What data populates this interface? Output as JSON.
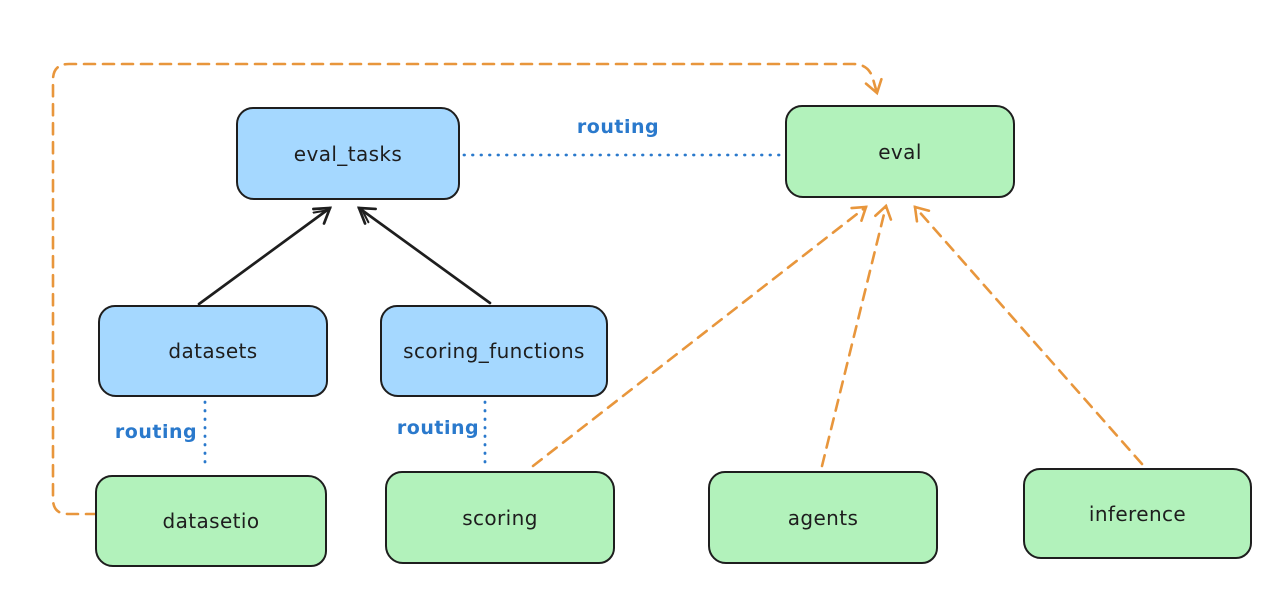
{
  "diagram": {
    "type": "flowchart",
    "background": "#ffffff",
    "colors": {
      "registry_node_fill": "#a5d8ff",
      "provider_node_fill": "#b2f2bb",
      "node_border": "#1e1e1e",
      "solid_arrow": "#1e1e1e",
      "dashed_arrow": "#e8963c",
      "routing_line_and_text": "#2a79cc"
    },
    "nodes": [
      {
        "id": "eval_tasks",
        "label": "eval_tasks",
        "fill": "blue"
      },
      {
        "id": "eval",
        "label": "eval",
        "fill": "green"
      },
      {
        "id": "datasets",
        "label": "datasets",
        "fill": "blue"
      },
      {
        "id": "scoring_functions",
        "label": "scoring_functions",
        "fill": "blue"
      },
      {
        "id": "datasetio",
        "label": "datasetio",
        "fill": "green"
      },
      {
        "id": "scoring",
        "label": "scoring",
        "fill": "green"
      },
      {
        "id": "agents",
        "label": "agents",
        "fill": "green"
      },
      {
        "id": "inference",
        "label": "inference",
        "fill": "green"
      }
    ],
    "routing_labels": [
      {
        "text": "routing",
        "between": "eval_tasks and eval"
      },
      {
        "text": "routing",
        "between": "datasets and datasetio"
      },
      {
        "text": "routing",
        "between": "scoring_functions and scoring"
      }
    ],
    "edges": [
      {
        "from": "datasets",
        "to": "eval_tasks",
        "style": "solid-black-arrow"
      },
      {
        "from": "scoring_functions",
        "to": "eval_tasks",
        "style": "solid-black-arrow"
      },
      {
        "from": "eval_tasks",
        "to": "eval",
        "style": "dotted-blue-line",
        "label": "routing"
      },
      {
        "from": "datasets",
        "to": "datasetio",
        "style": "dotted-blue-line",
        "label": "routing"
      },
      {
        "from": "scoring_functions",
        "to": "scoring",
        "style": "dotted-blue-line",
        "label": "routing"
      },
      {
        "from": "datasetio",
        "to": "eval",
        "style": "dashed-orange-arrow",
        "route": "around-left-and-top"
      },
      {
        "from": "scoring",
        "to": "eval",
        "style": "dashed-orange-arrow"
      },
      {
        "from": "agents",
        "to": "eval",
        "style": "dashed-orange-arrow"
      },
      {
        "from": "inference",
        "to": "eval",
        "style": "dashed-orange-arrow"
      }
    ]
  }
}
